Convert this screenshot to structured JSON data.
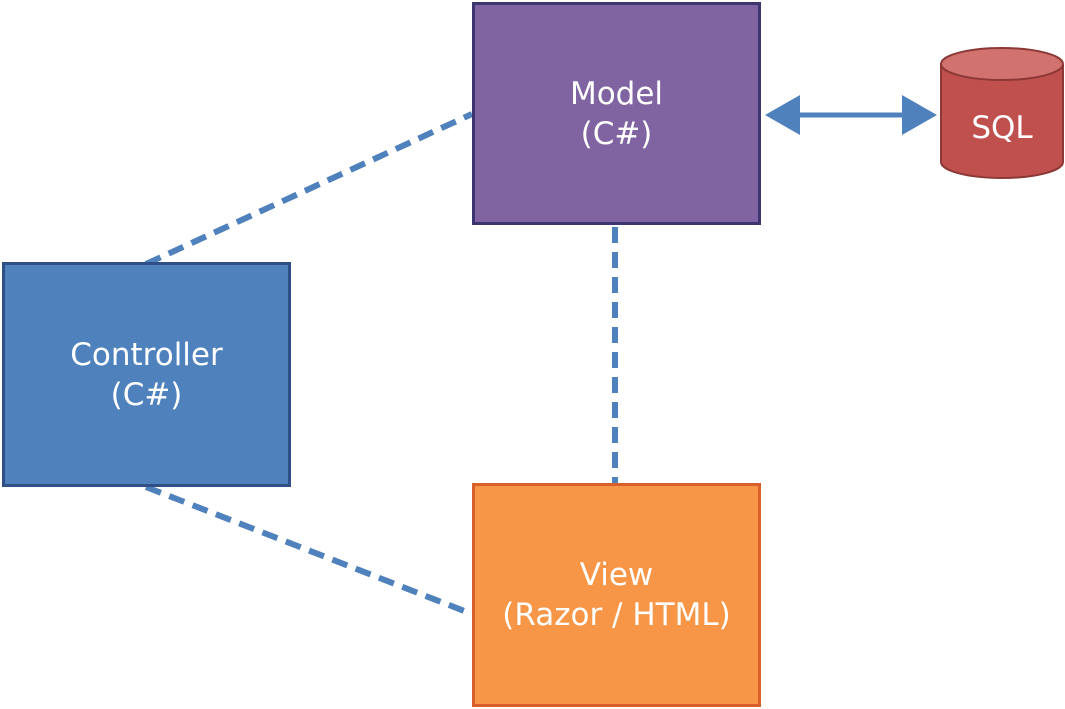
{
  "diagram": {
    "model": {
      "title": "Model",
      "subtitle": "(C#)",
      "color": "#8064a2"
    },
    "controller": {
      "title": "Controller",
      "subtitle": "(C#)",
      "color": "#4f81bd"
    },
    "view": {
      "title": "View",
      "subtitle": "(Razor / HTML)",
      "color": "#f79646"
    },
    "database": {
      "label": "SQL",
      "color": "#c0504d"
    },
    "connector_color": "#4f81bd",
    "connections": [
      {
        "from": "Controller",
        "to": "Model",
        "style": "dashed"
      },
      {
        "from": "Model",
        "to": "View",
        "style": "dashed"
      },
      {
        "from": "Controller",
        "to": "View",
        "style": "dashed"
      },
      {
        "from": "Model",
        "to": "SQL",
        "style": "double-arrow"
      }
    ]
  }
}
